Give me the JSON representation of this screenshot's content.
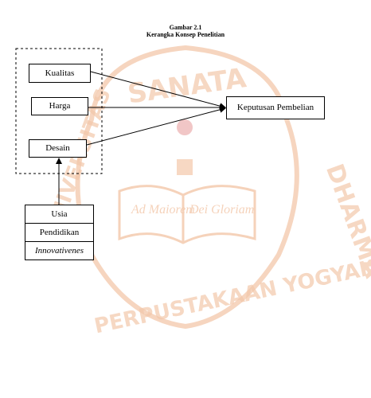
{
  "figure": {
    "number": "Gambar 2.1",
    "title": "Kerangka Konsep Penelitian"
  },
  "independent_variables": [
    {
      "label": "Kualitas"
    },
    {
      "label": "Harga"
    },
    {
      "label": "Desain"
    }
  ],
  "dependent_variable": {
    "label": "Keputusan Pembelian"
  },
  "moderators": [
    {
      "label": "Usia",
      "style": "normal"
    },
    {
      "label": "Pendidikan",
      "style": "normal"
    },
    {
      "label": "Innovativenes",
      "style": "italic"
    }
  ],
  "watermark": {
    "top_text": "SANATA",
    "right_text": "DHARMA",
    "left_text": "UNIVERSITAS",
    "bottom_text": "PERPUSTAKAAN YOGYAKARTA",
    "book_left": "Ad Maiorem",
    "book_right": "Dei Gloriam",
    "color": "#f3c7a9"
  },
  "colors": {
    "line": "#000000",
    "box_border": "#000000",
    "dashed_group_border": "#000000",
    "background": "#ffffff"
  }
}
